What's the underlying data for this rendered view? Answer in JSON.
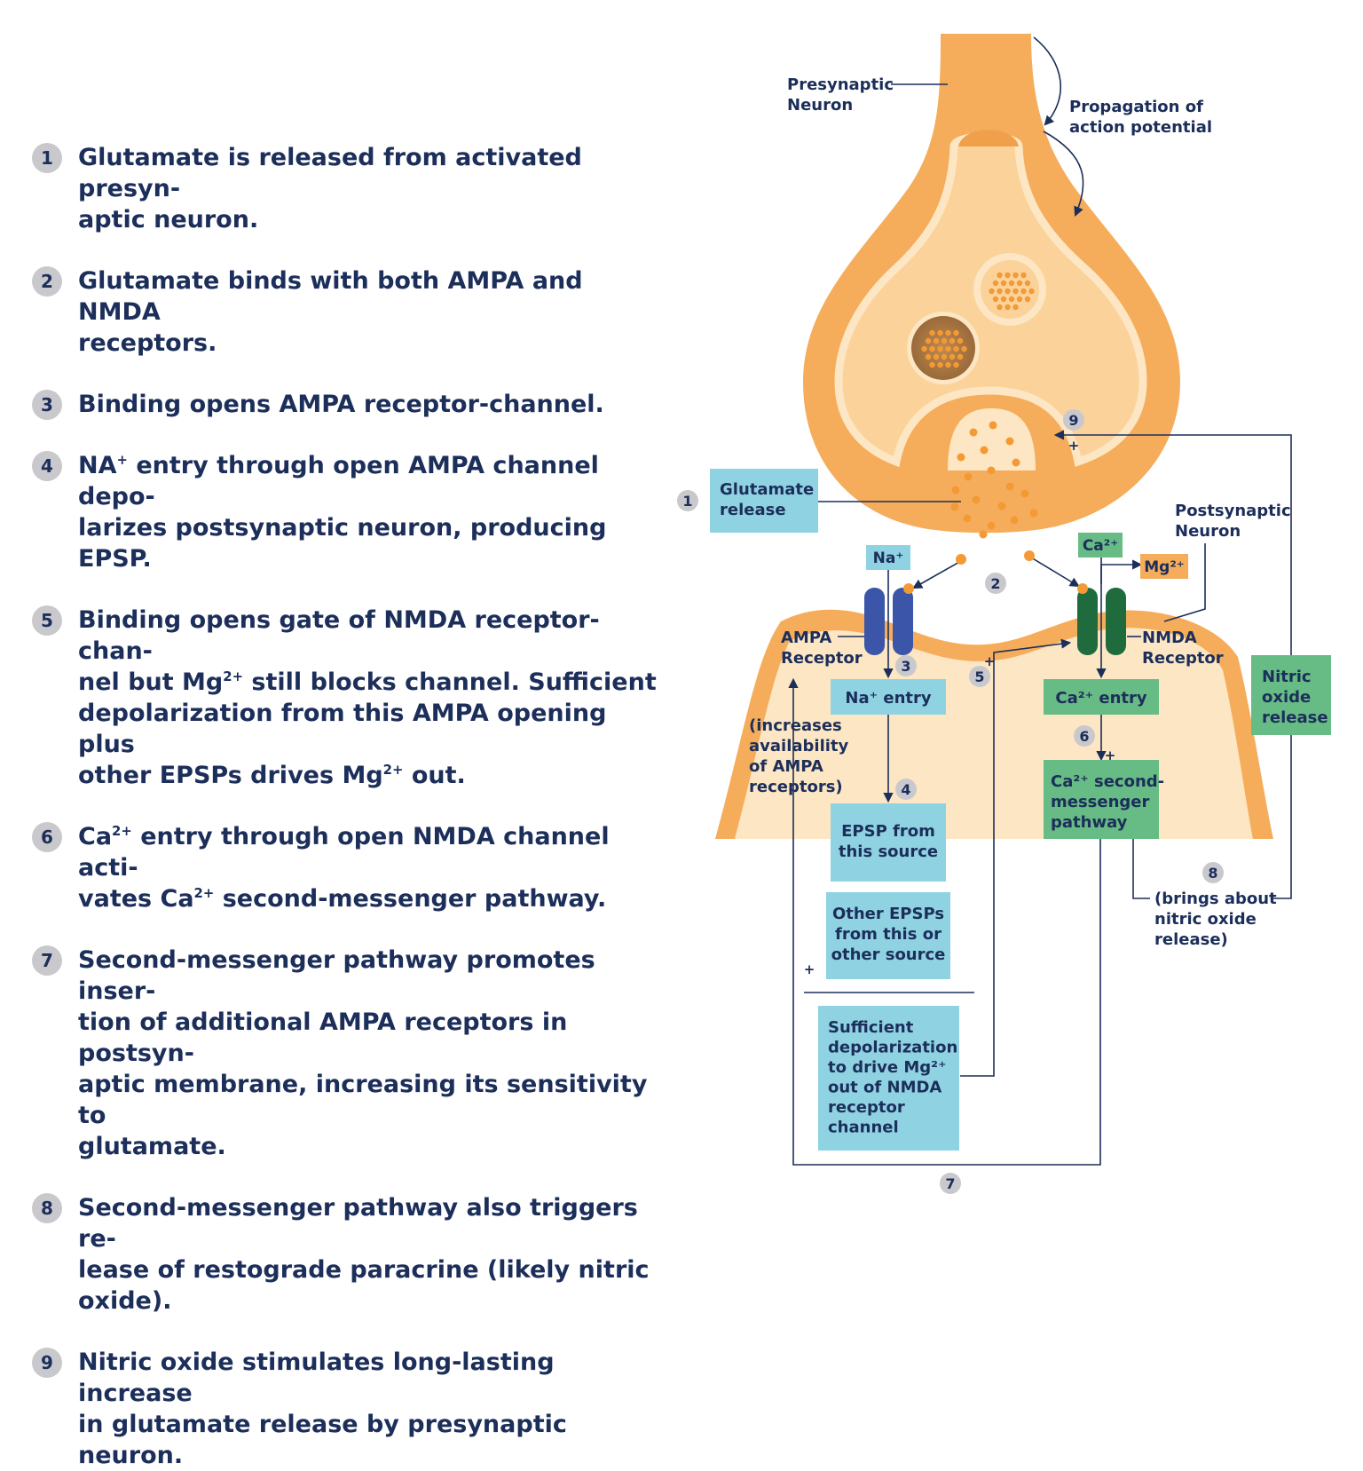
{
  "steps": [
    {
      "num": "1",
      "lines": [
        "Glutamate is released from activated presyn-",
        "aptic neuron."
      ]
    },
    {
      "num": "2",
      "lines": [
        "Glutamate binds with both AMPA and NMDA",
        "receptors."
      ]
    },
    {
      "num": "3",
      "lines": [
        "Binding opens AMPA receptor-channel."
      ]
    },
    {
      "num": "4",
      "lines": [
        "NA<sup>+</sup> entry through open AMPA channel depo-",
        "larizes postsynaptic neuron, producing EPSP."
      ]
    },
    {
      "num": "5",
      "lines": [
        "Binding opens gate of NMDA receptor-chan-",
        "nel but Mg<sup>2+</sup> still blocks channel. Sufficient",
        "depolarization from this AMPA opening plus",
        "other EPSPs drives Mg<sup>2+</sup> out."
      ]
    },
    {
      "num": "6",
      "lines": [
        "Ca<sup>2+</sup> entry through open NMDA channel acti-",
        "vates Ca<sup>2+</sup> second-messenger pathway."
      ]
    },
    {
      "num": "7",
      "lines": [
        "Second-messenger pathway promotes inser-",
        "tion of additional AMPA receptors in postsyn-",
        "aptic membrane, increasing its sensitivity to",
        "glutamate."
      ]
    },
    {
      "num": "8",
      "lines": [
        "Second-messenger pathway also triggers re-",
        "lease of restograde paracrine (likely nitric",
        "oxide)."
      ]
    },
    {
      "num": "9",
      "lines": [
        "Nitric oxide stimulates long-lasting increase",
        "in glutamate release by presynaptic neuron."
      ]
    }
  ],
  "diagram": {
    "presynaptic": [
      "Presynaptic",
      "Neuron"
    ],
    "propagation": [
      "Propagation of",
      "action potential"
    ],
    "glutamate_release": [
      "Glutamate",
      "release"
    ],
    "postsynaptic": [
      "Postsynaptic",
      "Neuron"
    ],
    "na_ion": "Na⁺",
    "ca_ion": "Ca²⁺",
    "mg_ion": "Mg²⁺",
    "ampa_receptor": [
      "AMPA",
      "Receptor"
    ],
    "nmda_receptor": [
      "NMDA",
      "Receptor"
    ],
    "na_entry": "Na⁺ entry",
    "ca_entry": "Ca²⁺ entry",
    "ca_pathway": [
      "Ca²⁺ second-",
      "messenger",
      "pathway"
    ],
    "nitric_release": [
      "Nitric",
      "oxide",
      "release"
    ],
    "increases": [
      "(increases",
      "availability",
      "of AMPA",
      "receptors)"
    ],
    "epsp_source": [
      "EPSP from",
      "this source"
    ],
    "other_epsps": [
      "Other EPSPs",
      "from this or",
      "other source"
    ],
    "sufficient": [
      "Sufficient",
      "depolarization",
      "to drive Mg²⁺",
      "out of NMDA",
      "receptor",
      "channel"
    ],
    "brings": [
      "(brings about",
      "nitric oxide",
      "release)"
    ],
    "plus": "+",
    "badges": [
      "1",
      "2",
      "3",
      "4",
      "5",
      "6",
      "7",
      "8",
      "9"
    ]
  },
  "colors": {
    "text": "#1c2e5a",
    "orange": "#f5ad5c",
    "orange_light": "#fbd29a",
    "cream": "#fde6c3",
    "blue_box": "#8fd3e2",
    "green_box": "#67bb84",
    "ampa": "#3b55a8",
    "nmda": "#1f6b3e",
    "badge": "#c9c9cd"
  }
}
